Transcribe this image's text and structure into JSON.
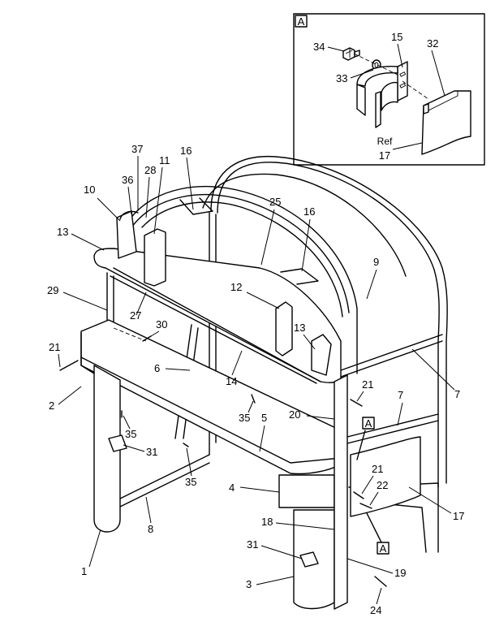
{
  "detail": {
    "tag": "A",
    "ref_line1": "Ref",
    "ref_line2": "17",
    "callouts": [
      "34",
      "15",
      "32",
      "33"
    ]
  },
  "main": {
    "detail_tags": [
      "A",
      "A"
    ],
    "callouts": [
      "37",
      "16",
      "11",
      "28",
      "36",
      "10",
      "25",
      "16",
      "13",
      "9",
      "29",
      "12",
      "27",
      "30",
      "13",
      "21",
      "6",
      "14",
      "7",
      "21",
      "2",
      "7",
      "35",
      "5",
      "20",
      "35",
      "31",
      "21",
      "22",
      "35",
      "4",
      "17",
      "18",
      "8",
      "1",
      "31",
      "19",
      "3",
      "24"
    ]
  }
}
